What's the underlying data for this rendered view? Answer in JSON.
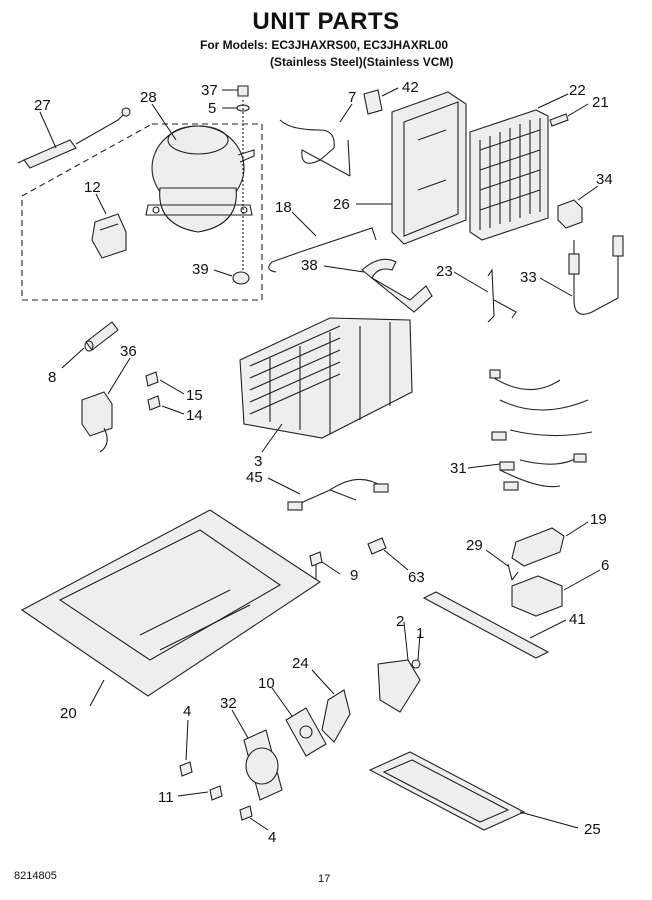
{
  "header": {
    "title": "UNIT PARTS",
    "models": "For Models: EC3JHAXRS00, EC3JHAXRL00",
    "finishes": "(Stainless Steel)(Stainless VCM)"
  },
  "footer": {
    "doc_number": "8214805",
    "page_number": "17"
  },
  "callouts": {
    "c27": "27",
    "c28": "28",
    "c37": "37",
    "c5": "5",
    "c7": "7",
    "c42": "42",
    "c22": "22",
    "c21": "21",
    "c12": "12",
    "c26": "26",
    "c34": "34",
    "c18": "18",
    "c38": "38",
    "c39": "39",
    "c23": "23",
    "c33": "33",
    "c8": "8",
    "c36": "36",
    "c15": "15",
    "c14": "14",
    "c3": "3",
    "c31": "31",
    "c45": "45",
    "c19": "19",
    "c29": "29",
    "c9": "9",
    "c63": "63",
    "c6": "6",
    "c41": "41",
    "c2": "2",
    "c1": "1",
    "c24": "24",
    "c20": "20",
    "c10": "10",
    "c32": "32",
    "c4a": "4",
    "c11": "11",
    "c4b": "4",
    "c25": "25"
  }
}
